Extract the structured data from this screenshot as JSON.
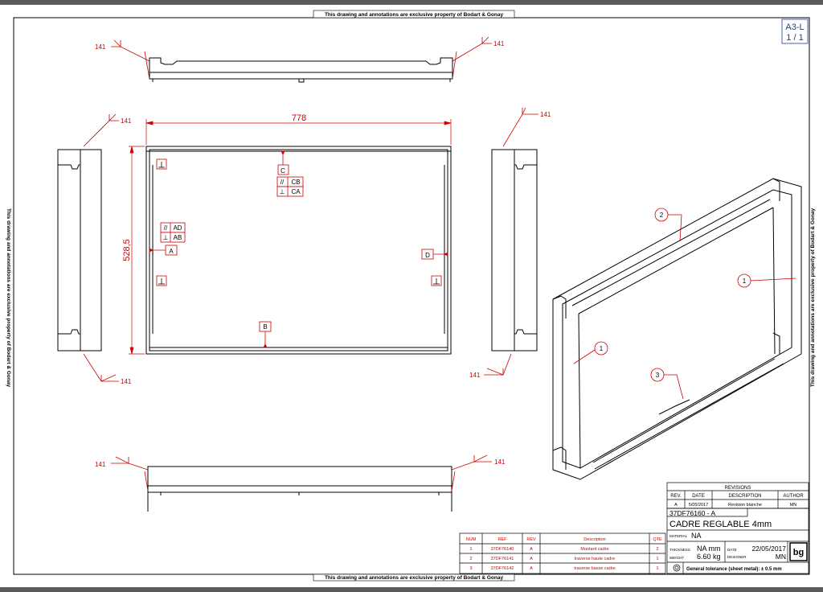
{
  "sheet": {
    "notice": "This drawing and annotations are exclusive property of Bodart & Gonay",
    "format": "A3-L",
    "page": "1 / 1"
  },
  "dims": {
    "width": "778",
    "height": "528,5",
    "weld": "141"
  },
  "datums": [
    "A",
    "B",
    "C",
    "D"
  ],
  "tolerance_frames": [
    {
      "symbol": "//",
      "ref": "CB"
    },
    {
      "symbol": "⊥",
      "ref": "CA"
    },
    {
      "symbol": "//",
      "ref": "AD"
    },
    {
      "symbol": "⊥",
      "ref": "AB"
    }
  ],
  "balloons": [
    "1",
    "2",
    "1",
    "3"
  ],
  "bom": {
    "headers": [
      "NUM",
      "REF",
      "REV",
      "Description",
      "QTE"
    ],
    "rows": [
      [
        "1",
        "37DF76140",
        "A",
        "Montant cadre",
        "2"
      ],
      [
        "2",
        "37DF76141",
        "A",
        "traverse haute cadre",
        "1"
      ],
      [
        "3",
        "37DF76142",
        "A",
        "traverse basse cadre",
        "1"
      ]
    ]
  },
  "revisions": {
    "title": "REVISIONS",
    "headers": [
      "REV.",
      "DATE",
      "DESCRIPTION",
      "AUTHOR"
    ],
    "row": [
      "A",
      "5/05/2017",
      "Revision blanche",
      "MN"
    ]
  },
  "titleblock": {
    "part_number": "37DF76160 - A",
    "title": "CADRE REGLABLE 4mm",
    "material_label": "MATERIAL",
    "material": "NA",
    "thickness_label": "THICKNESS",
    "thickness": "NA mm",
    "weight_label": "WEIGHT",
    "weight": "6.60 kg",
    "date_label": "DATE",
    "date": "22/05/2017",
    "designer_label": "DESIGNER",
    "designer": "MN",
    "logo": "bg",
    "tolerance": "General tolerance (sheet metal): ± 0.5 mm"
  },
  "colors": {
    "line": "#000000",
    "dimension": "#cc0000",
    "frame_bg": "#ffffff",
    "outer_bg": "#5a5a5a"
  }
}
